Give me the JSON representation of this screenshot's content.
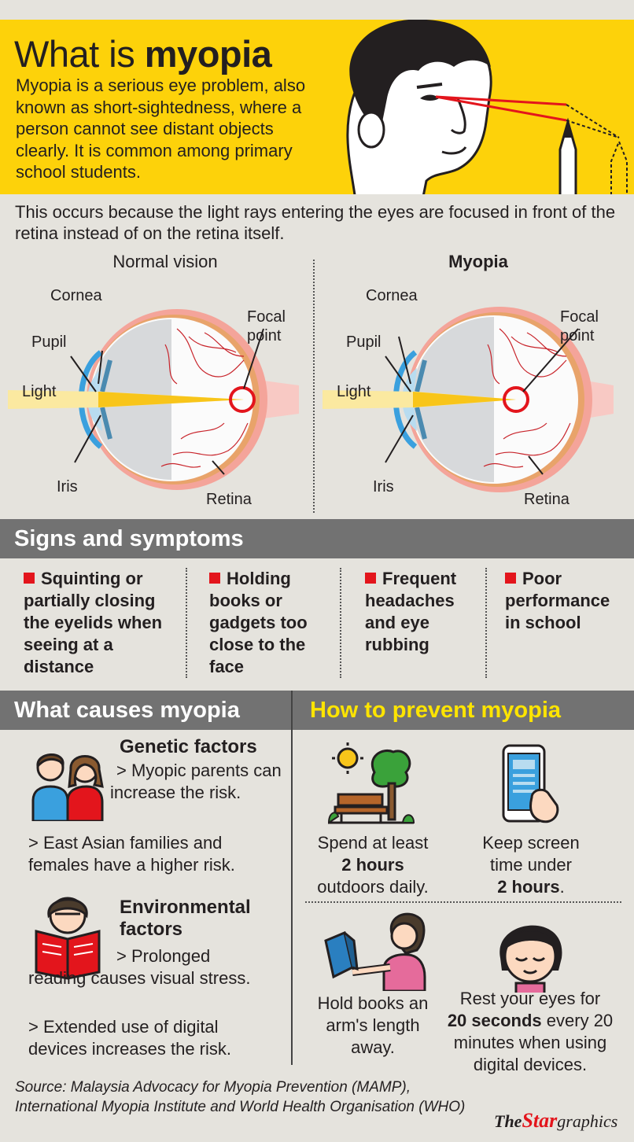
{
  "header": {
    "title_light": "What is",
    "title_bold": "myopia",
    "intro": "Myopia is a serious eye problem, also known as short-sightedness, where a person cannot see distant objects clearly. It is common among primary school students."
  },
  "lead": "This occurs because the light rays entering the eyes are focused in front of the retina instead of on the retina itself.",
  "eyes": {
    "normal": {
      "subtitle": "Normal vision",
      "cornea": "Cornea",
      "pupil": "Pupil",
      "light": "Light",
      "iris": "Iris",
      "focal": "Focal\npoint",
      "retina": "Retina"
    },
    "myopia": {
      "subtitle": "Myopia",
      "cornea": "Cornea",
      "pupil": "Pupil",
      "light": "Light",
      "iris": "Iris",
      "focal": "Focal\npoint",
      "retina": "Retina"
    }
  },
  "symptoms": {
    "heading": "Signs and symptoms",
    "items": [
      "Squinting or partially closing the eyelids when seeing at a distance",
      "Holding books or gadgets too close to the face",
      "Frequent headaches and eye rubbing",
      "Poor performance in school"
    ]
  },
  "causes": {
    "heading": "What causes myopia",
    "genetic_title": "Genetic factors",
    "genetic_1": "> Myopic parents can increase the risk.",
    "genetic_2": "> East Asian families and females have a higher risk.",
    "env_title": "Environmental factors",
    "env_1": "> Prolonged reading causes visual stress.",
    "env_2": "> Extended use of digital devices increases the  risk."
  },
  "prevent": {
    "heading": "How to prevent myopia",
    "tip1_a": "Spend at least",
    "tip1_b": "2 hours",
    "tip1_c": "outdoors daily.",
    "tip2_a": "Keep screen time under",
    "tip2_b": "2 hours",
    "tip2_c": ".",
    "tip3": "Hold books an arm's length away.",
    "tip4_b": "20 seconds",
    "tip4_a": "Rest your eyes for",
    "tip4_c": "every 20 minutes when using digital devices."
  },
  "source": "Source: Malaysia Advocacy for Myopia Prevention (MAMP), International Myopia Institute and World Health Organisation (WHO)",
  "logo": {
    "the": "The",
    "star": "Star",
    "graphics": "graphics"
  },
  "colors": {
    "yellow": "#fdd20a",
    "grey_bar": "#727272",
    "red": "#e3151c",
    "prevent_heading": "#fde400"
  }
}
